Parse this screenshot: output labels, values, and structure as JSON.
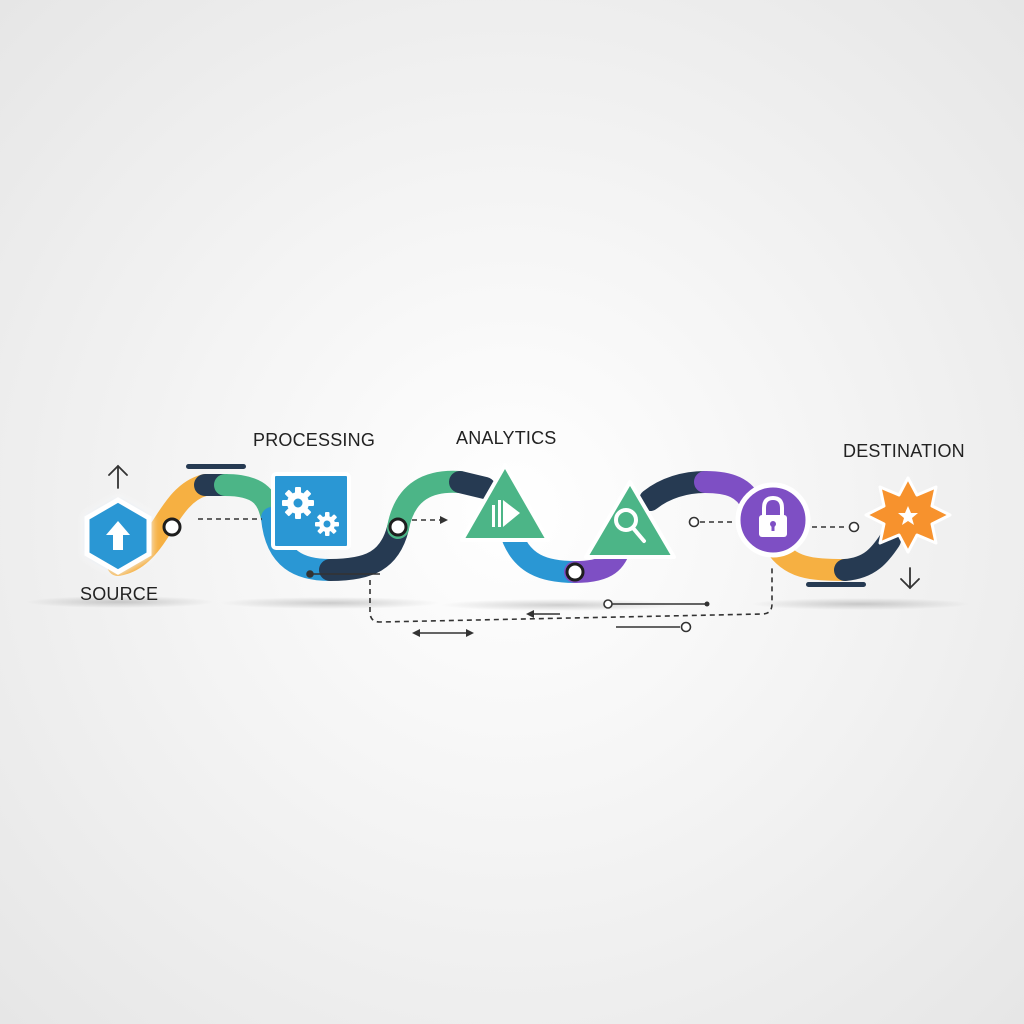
{
  "stages": {
    "source": {
      "label": "SOURCE"
    },
    "processing": {
      "label": "PROCESSING"
    },
    "analytics": {
      "label": "ANALYTICS"
    },
    "destination": {
      "label": "DESTINATION"
    }
  },
  "colors": {
    "yellow": "#f6b042",
    "green": "#4cb587",
    "navy": "#263a52",
    "blue": "#2a97d4",
    "purple": "#7e4fc4",
    "orange": "#f7922d",
    "line": "#333333"
  },
  "icons": {
    "source": "upload-arrow-icon",
    "processing": "gears-icon",
    "analytics_1": "chart-triangle-icon",
    "analytics_2": "magnifier-icon",
    "security": "lock-icon",
    "destination": "star-burst-icon"
  }
}
